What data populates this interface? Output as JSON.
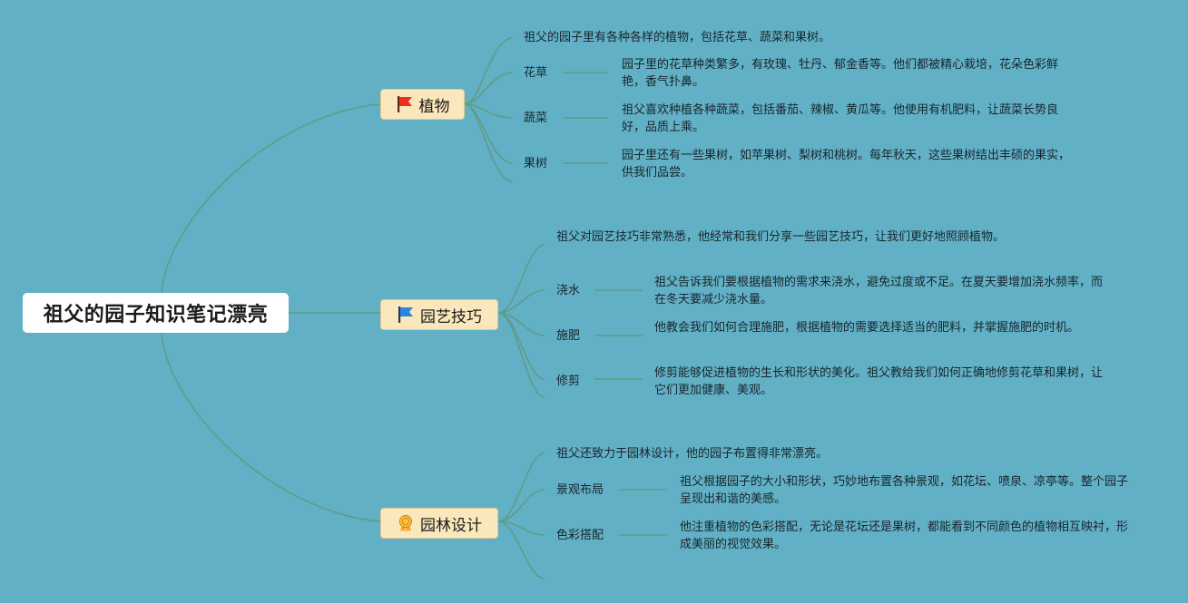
{
  "root": {
    "title": "祖父的园子知识笔记漂亮"
  },
  "branches": [
    {
      "title": "植物",
      "icon": "red-flag-icon",
      "intro": "祖父的园子里有各种各样的植物，包括花草、蔬菜和果树。",
      "items": [
        {
          "label": "花草",
          "desc": "园子里的花草种类繁多，有玫瑰、牡丹、郁金香等。他们都被精心栽培，花朵色彩鲜艳，香气扑鼻。"
        },
        {
          "label": "蔬菜",
          "desc": "祖父喜欢种植各种蔬菜，包括番茄、辣椒、黄瓜等。他使用有机肥料，让蔬菜长势良好，品质上乘。"
        },
        {
          "label": "果树",
          "desc": "园子里还有一些果树，如苹果树、梨树和桃树。每年秋天，这些果树结出丰硕的果实，供我们品尝。"
        }
      ]
    },
    {
      "title": "园艺技巧",
      "icon": "blue-flag-icon",
      "intro": "祖父对园艺技巧非常熟悉，他经常和我们分享一些园艺技巧，让我们更好地照顾植物。",
      "items": [
        {
          "label": "浇水",
          "desc": "祖父告诉我们要根据植物的需求来浇水，避免过度或不足。在夏天要增加浇水频率，而在冬天要减少浇水量。"
        },
        {
          "label": "施肥",
          "desc": "他教会我们如何合理施肥，根据植物的需要选择适当的肥料，并掌握施肥的时机。"
        },
        {
          "label": "修剪",
          "desc": "修剪能够促进植物的生长和形状的美化。祖父教给我们如何正确地修剪花草和果树，让它们更加健康、美观。"
        }
      ]
    },
    {
      "title": "园林设计",
      "icon": "award-medal-icon",
      "intro": "祖父还致力于园林设计，他的园子布置得非常漂亮。",
      "items": [
        {
          "label": "景观布局",
          "desc": "祖父根据园子的大小和形状，巧妙地布置各种景观，如花坛、喷泉、凉亭等。整个园子呈现出和谐的美感。"
        },
        {
          "label": "色彩搭配",
          "desc": "他注重植物的色彩搭配，无论是花坛还是果树，都能看到不同颜色的植物相互映衬，形成美丽的视觉效果。"
        }
      ]
    }
  ]
}
